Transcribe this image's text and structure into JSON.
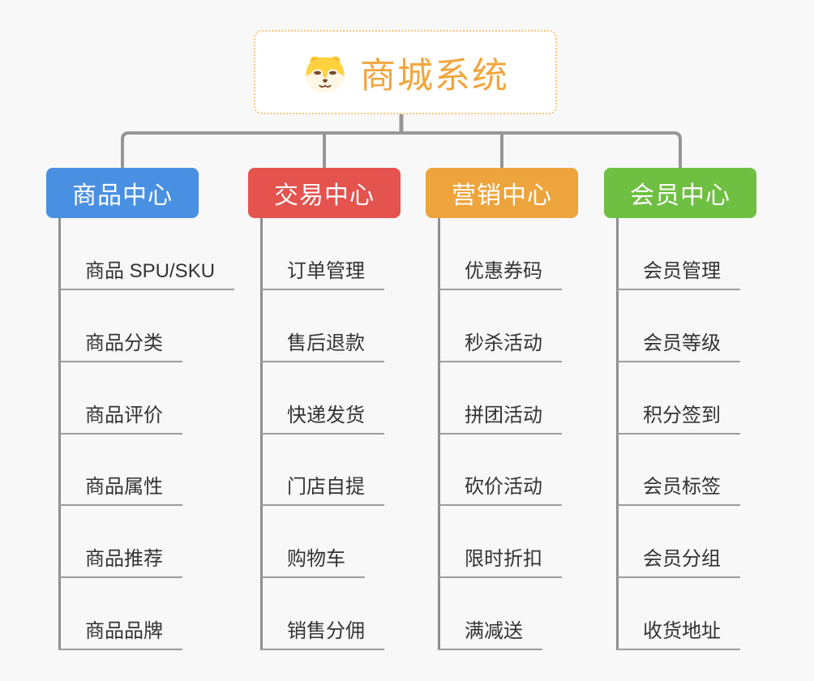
{
  "root": {
    "title": "商城系统",
    "icon": "shiba-dog-icon",
    "text_color": "#F2A53C",
    "border_color": "#F6C67E"
  },
  "colors": {
    "background": "#F8F8F8",
    "connector": "#979797",
    "underline": "#9C9C9C",
    "item_text": "#333333"
  },
  "branches": [
    {
      "label": "商品中心",
      "color": "#4A90E2",
      "items": [
        "商品 SPU/SKU",
        "商品分类",
        "商品评价",
        "商品属性",
        "商品推荐",
        "商品品牌"
      ]
    },
    {
      "label": "交易中心",
      "color": "#E4534E",
      "items": [
        "订单管理",
        "售后退款",
        "快递发货",
        "门店自提",
        "购物车",
        "销售分佣"
      ]
    },
    {
      "label": "营销中心",
      "color": "#EDA43C",
      "items": [
        "优惠券码",
        "秒杀活动",
        "拼团活动",
        "砍价活动",
        "限时折扣",
        "满减送"
      ]
    },
    {
      "label": "会员中心",
      "color": "#6FBF43",
      "items": [
        "会员管理",
        "会员等级",
        "积分签到",
        "会员标签",
        "会员分组",
        "收货地址"
      ]
    }
  ]
}
